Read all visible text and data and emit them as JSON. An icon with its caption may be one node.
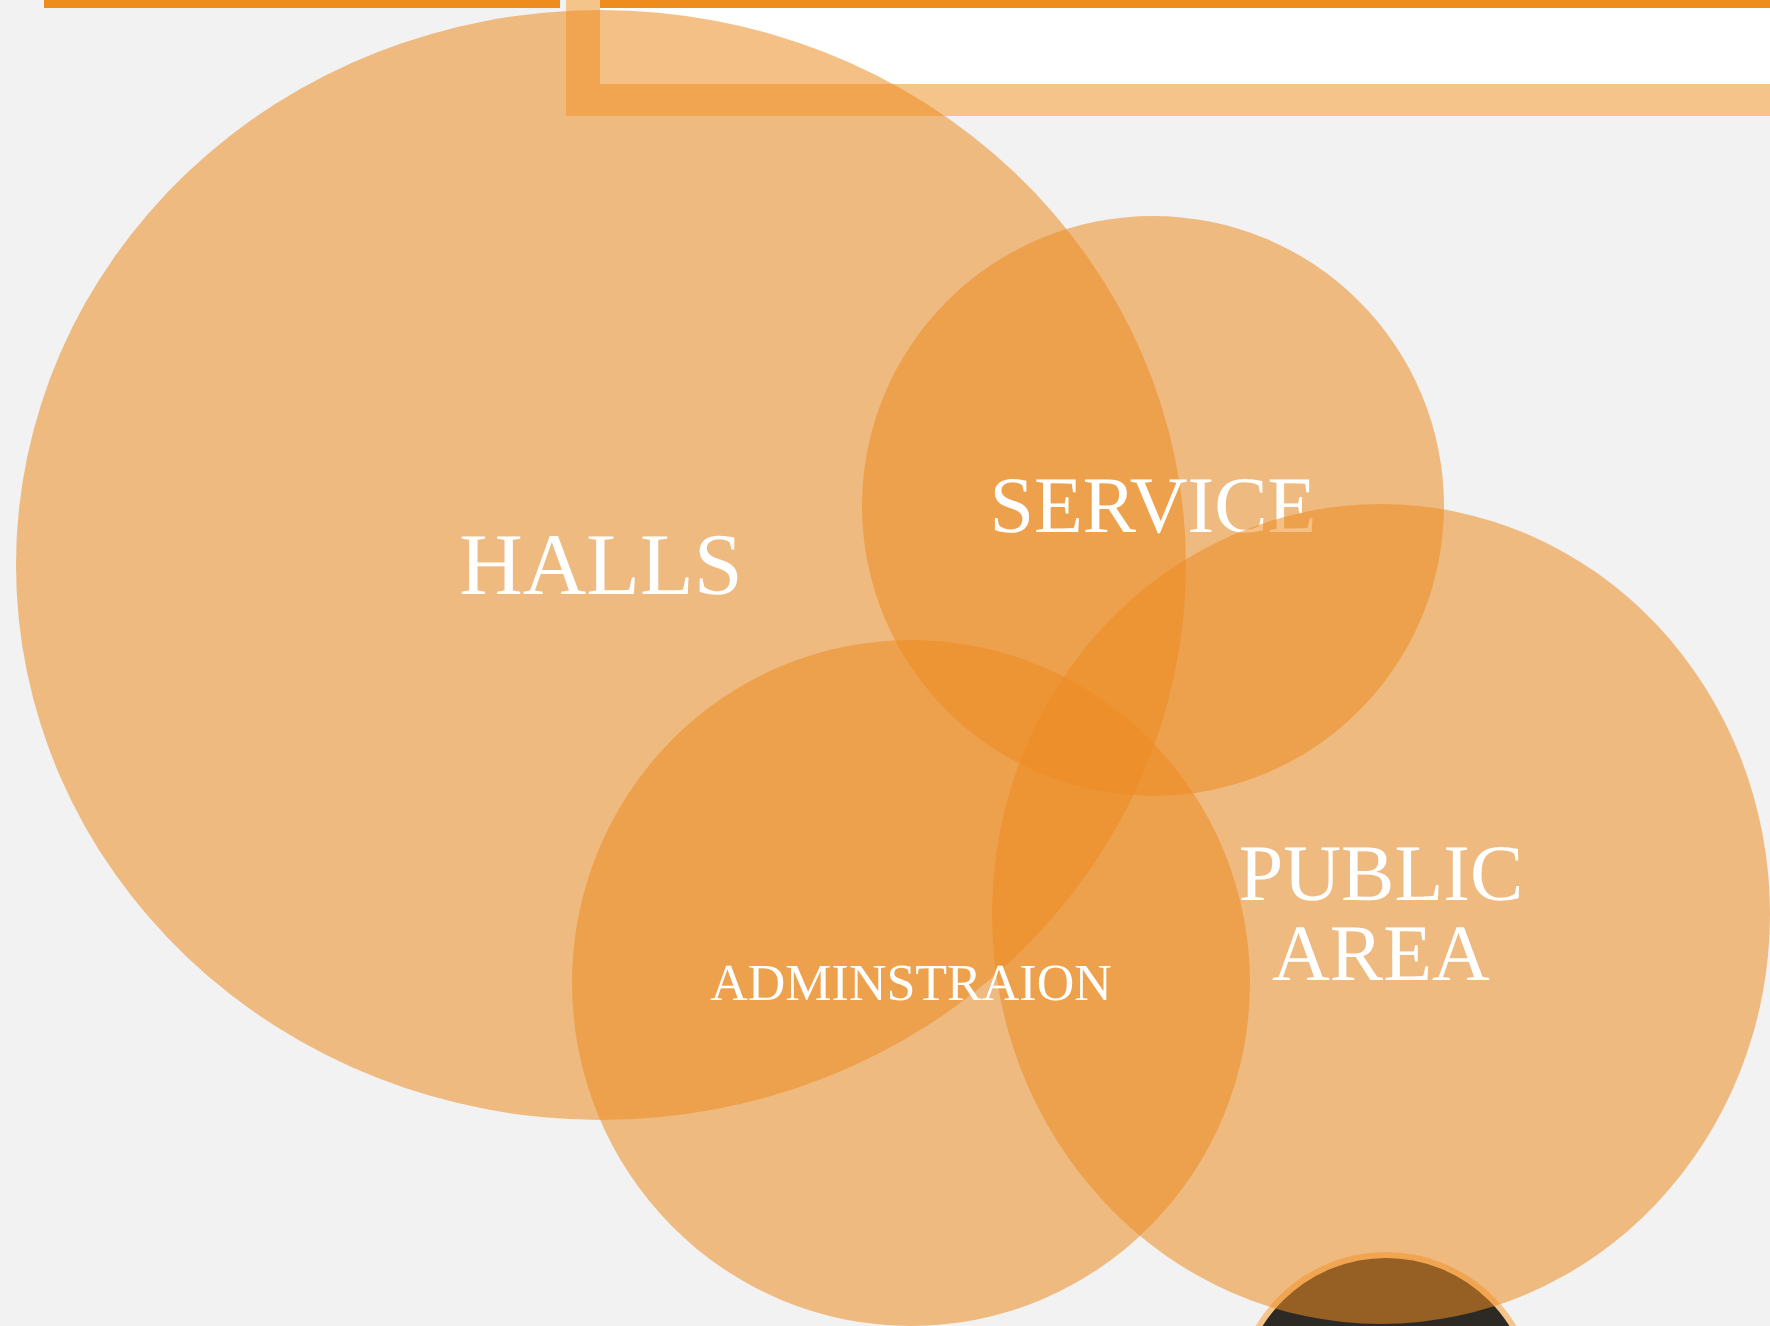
{
  "diagram": {
    "nodes": [
      {
        "text": [
          "HALLS"
        ]
      },
      {
        "text": [
          "SERVICE"
        ]
      },
      {
        "text": [
          "ADMINSTRAION"
        ]
      },
      {
        "text": [
          "PUBLIC AREA"
        ]
      },
      {
        "text": [],
        "shape": "circle"
      }
    ]
  }
}
